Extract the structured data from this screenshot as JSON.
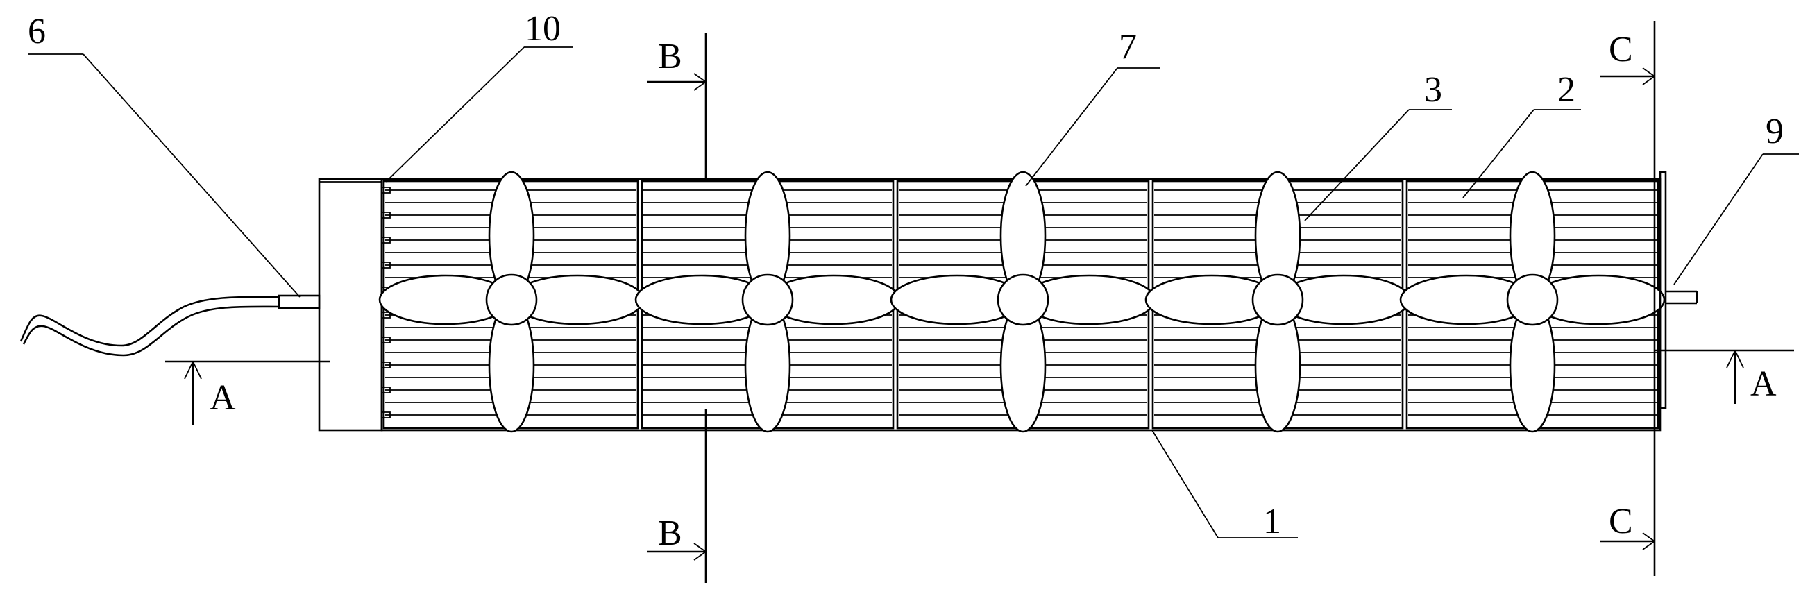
{
  "figure": {
    "labels": {
      "cable": "6",
      "comb": "10",
      "section_b_top": "B",
      "section_b_bottom": "B",
      "fan": "7",
      "slat": "3",
      "frame": "2",
      "section_c_top": "C",
      "section_c_bottom": "C",
      "shaft": "9",
      "section_a_left": "A",
      "section_a_right": "A",
      "housing": "1"
    }
  }
}
